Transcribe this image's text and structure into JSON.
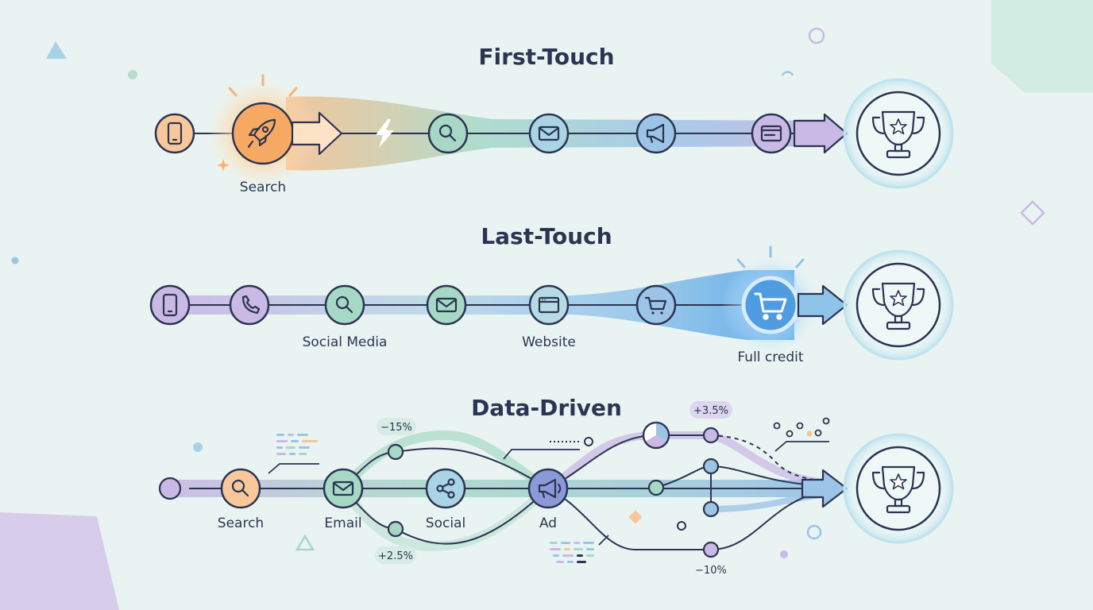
{
  "models": {
    "first_touch": {
      "title": "First-Touch",
      "label": "Search"
    },
    "last_touch": {
      "title": "Last-Touch",
      "labels": [
        "Social Media",
        "Website",
        "Full credit"
      ]
    },
    "data_driven": {
      "title": "Data-Driven",
      "labels": [
        "Search",
        "Email",
        "Social",
        "Ad"
      ],
      "changes": [
        "−15%",
        "+2.5%",
        "+3.5%",
        "−10%"
      ]
    }
  },
  "icons": [
    "smartphone-icon",
    "rocket-icon",
    "lightning-icon",
    "search-icon",
    "mail-icon",
    "megaphone-icon",
    "browser-icon",
    "phone-icon",
    "cart-icon",
    "share-icon",
    "trophy-icon"
  ],
  "colors": {
    "ink": "#2b3452",
    "orange": "#f6b27a",
    "green": "#a6d8c5",
    "blue": "#9cc4e6",
    "purple": "#c9b9e4",
    "highlight_blue": "#4f9de0",
    "trophy": "#8b99d8",
    "background": "#e9f4f2"
  }
}
